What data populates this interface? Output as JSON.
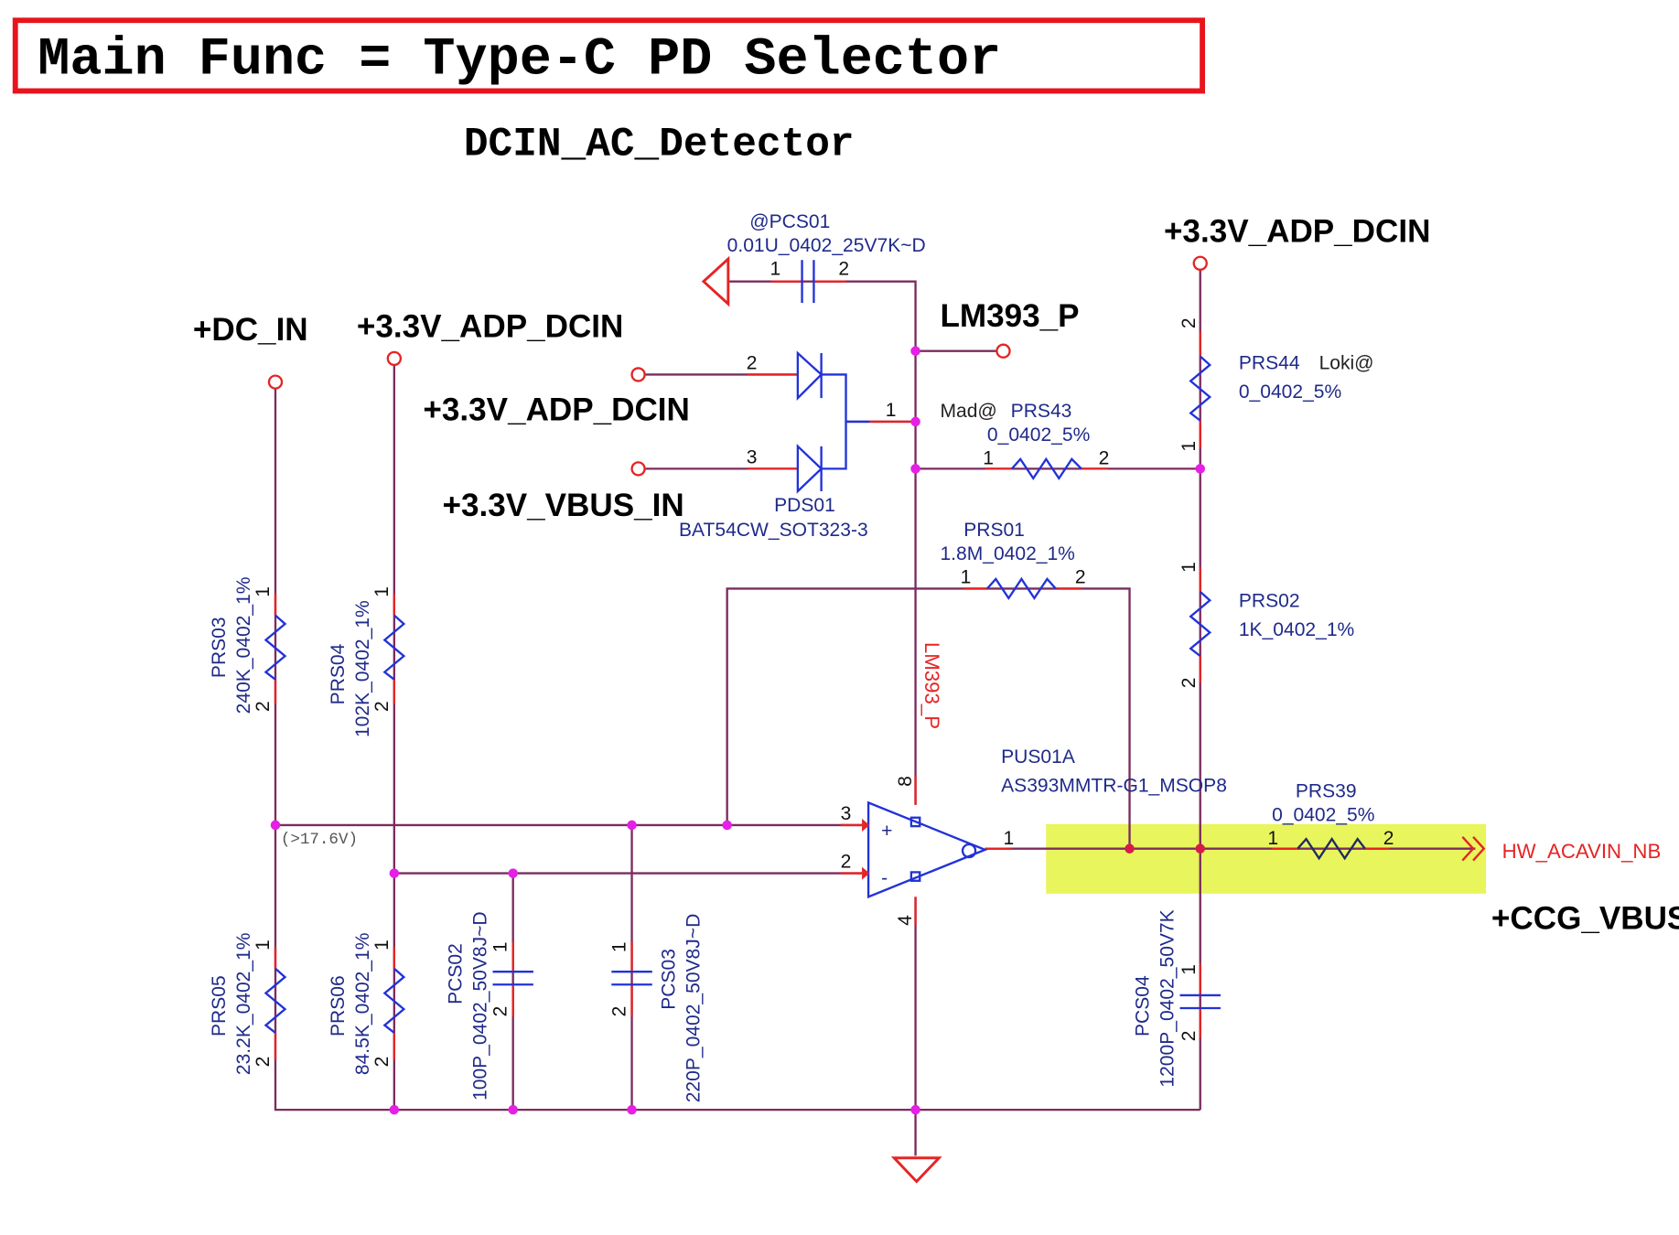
{
  "title": "Main Func = Type-C PD Selector",
  "subtitle": "DCIN_AC_Detector",
  "colors": {
    "wire": "#7b2c5e",
    "component": "#2232d8",
    "pin": "#e52424",
    "junction": "#e61fe6",
    "highlight": "#e8f55c",
    "title_border": "#e8141c"
  },
  "nets": {
    "dc_in": "+DC_IN",
    "adp_dcin_left": "+3.3V_ADP_DCIN",
    "adp_dcin_mid": "+3.3V_ADP_DCIN",
    "vbus_in": "+3.3V_VBUS_IN",
    "adp_dcin_right": "+3.3V_ADP_DCIN",
    "lm393_p": "LM393_P",
    "lm393_p_vertical": "LM393_P",
    "hw_acavin": "HW_ACAVIN_NB",
    "ccg_vbus": "+CCG_VBUS",
    "threshold_note": "(>17.6V)"
  },
  "components": {
    "pcs01": {
      "ref": "@PCS01",
      "value": "0.01U_0402_25V7K~D",
      "pin1": "1",
      "pin2": "2"
    },
    "pds01": {
      "ref": "PDS01",
      "value": "BAT54CW_SOT323-3",
      "pin1": "1",
      "pin2": "2",
      "pin3": "3"
    },
    "prs43": {
      "variant": "Mad@",
      "ref": "PRS43",
      "value": "0_0402_5%",
      "pin1": "1",
      "pin2": "2"
    },
    "prs44": {
      "ref": "PRS44",
      "variant": "Loki@",
      "value": "0_0402_5%",
      "pin1": "1",
      "pin2": "2"
    },
    "prs01": {
      "ref": "PRS01",
      "value": "1.8M_0402_1%",
      "pin1": "1",
      "pin2": "2"
    },
    "prs02": {
      "ref": "PRS02",
      "value": "1K_0402_1%",
      "pin1": "1",
      "pin2": "2"
    },
    "prs03": {
      "ref": "PRS03",
      "value": "240K_0402_1%",
      "pin1": "1",
      "pin2": "2"
    },
    "prs04": {
      "ref": "PRS04",
      "value": "102K_0402_1%",
      "pin1": "1",
      "pin2": "2"
    },
    "prs05": {
      "ref": "PRS05",
      "value": "23.2K_0402_1%",
      "pin1": "1",
      "pin2": "2"
    },
    "prs06": {
      "ref": "PRS06",
      "value": "84.5K_0402_1%",
      "pin1": "1",
      "pin2": "2"
    },
    "pcs02": {
      "ref": "PCS02",
      "value": "100P_0402_50V8J~D",
      "pin1": "1",
      "pin2": "2"
    },
    "pcs03": {
      "ref": "PCS03",
      "value": "220P_0402_50V8J~D",
      "pin1": "1",
      "pin2": "2"
    },
    "pcs04": {
      "ref": "PCS04",
      "value": "1200P_0402_50V7K",
      "pin1": "1",
      "pin2": "2"
    },
    "prs39": {
      "ref": "PRS39",
      "value": "0_0402_5%",
      "pin1": "1",
      "pin2": "2"
    },
    "pus01a": {
      "ref": "PUS01A",
      "value": "AS393MMTR-G1_MSOP8",
      "pin_plus": "3",
      "pin_minus": "2",
      "pin_out": "1",
      "pin_vcc": "8",
      "pin_gnd": "4",
      "plus": "+",
      "minus": "-"
    }
  }
}
